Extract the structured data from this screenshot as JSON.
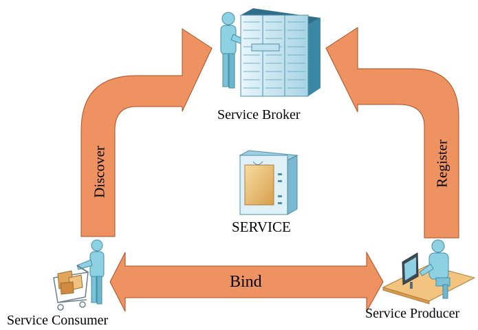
{
  "nodes": {
    "broker": {
      "label": "Service Broker"
    },
    "service": {
      "label": "SERVICE"
    },
    "consumer": {
      "label": "Service Consumer"
    },
    "producer": {
      "label": "Service Producer"
    }
  },
  "edges": {
    "discover": {
      "label": "Discover"
    },
    "register": {
      "label": "Register"
    },
    "bind": {
      "label": "Bind"
    }
  },
  "colors": {
    "arrow_fill": "#ee9262",
    "arrow_stroke": "#a94f22",
    "figure": "#8ed1e3",
    "figure_dark": "#3f8ea8",
    "server": "#cfe8f2",
    "server_dark": "#5a9bb5",
    "service_panel": "#e4b56e"
  }
}
